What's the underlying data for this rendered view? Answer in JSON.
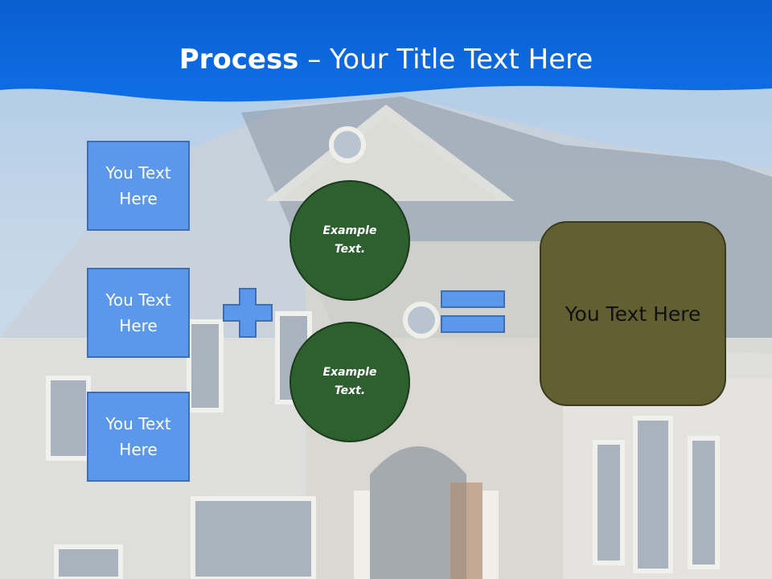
{
  "slide": {
    "title_bold": "Process",
    "title_rest": " – Your Title Text Here"
  },
  "left_boxes": [
    {
      "text": "You Text Here"
    },
    {
      "text": "You Text Here"
    },
    {
      "text": "You Text Here"
    }
  ],
  "circles": [
    {
      "text": "Example Text."
    },
    {
      "text": "Example Text."
    }
  ],
  "result": {
    "text": "You Text Here"
  },
  "icons": {
    "operator_1": "plus-icon",
    "operator_2": "equals-icon"
  },
  "colors": {
    "header_blue": "#0a63d8",
    "box_blue": "#5b97ea",
    "circle_green": "#2e5f2f",
    "result_olive": "#625f32"
  }
}
